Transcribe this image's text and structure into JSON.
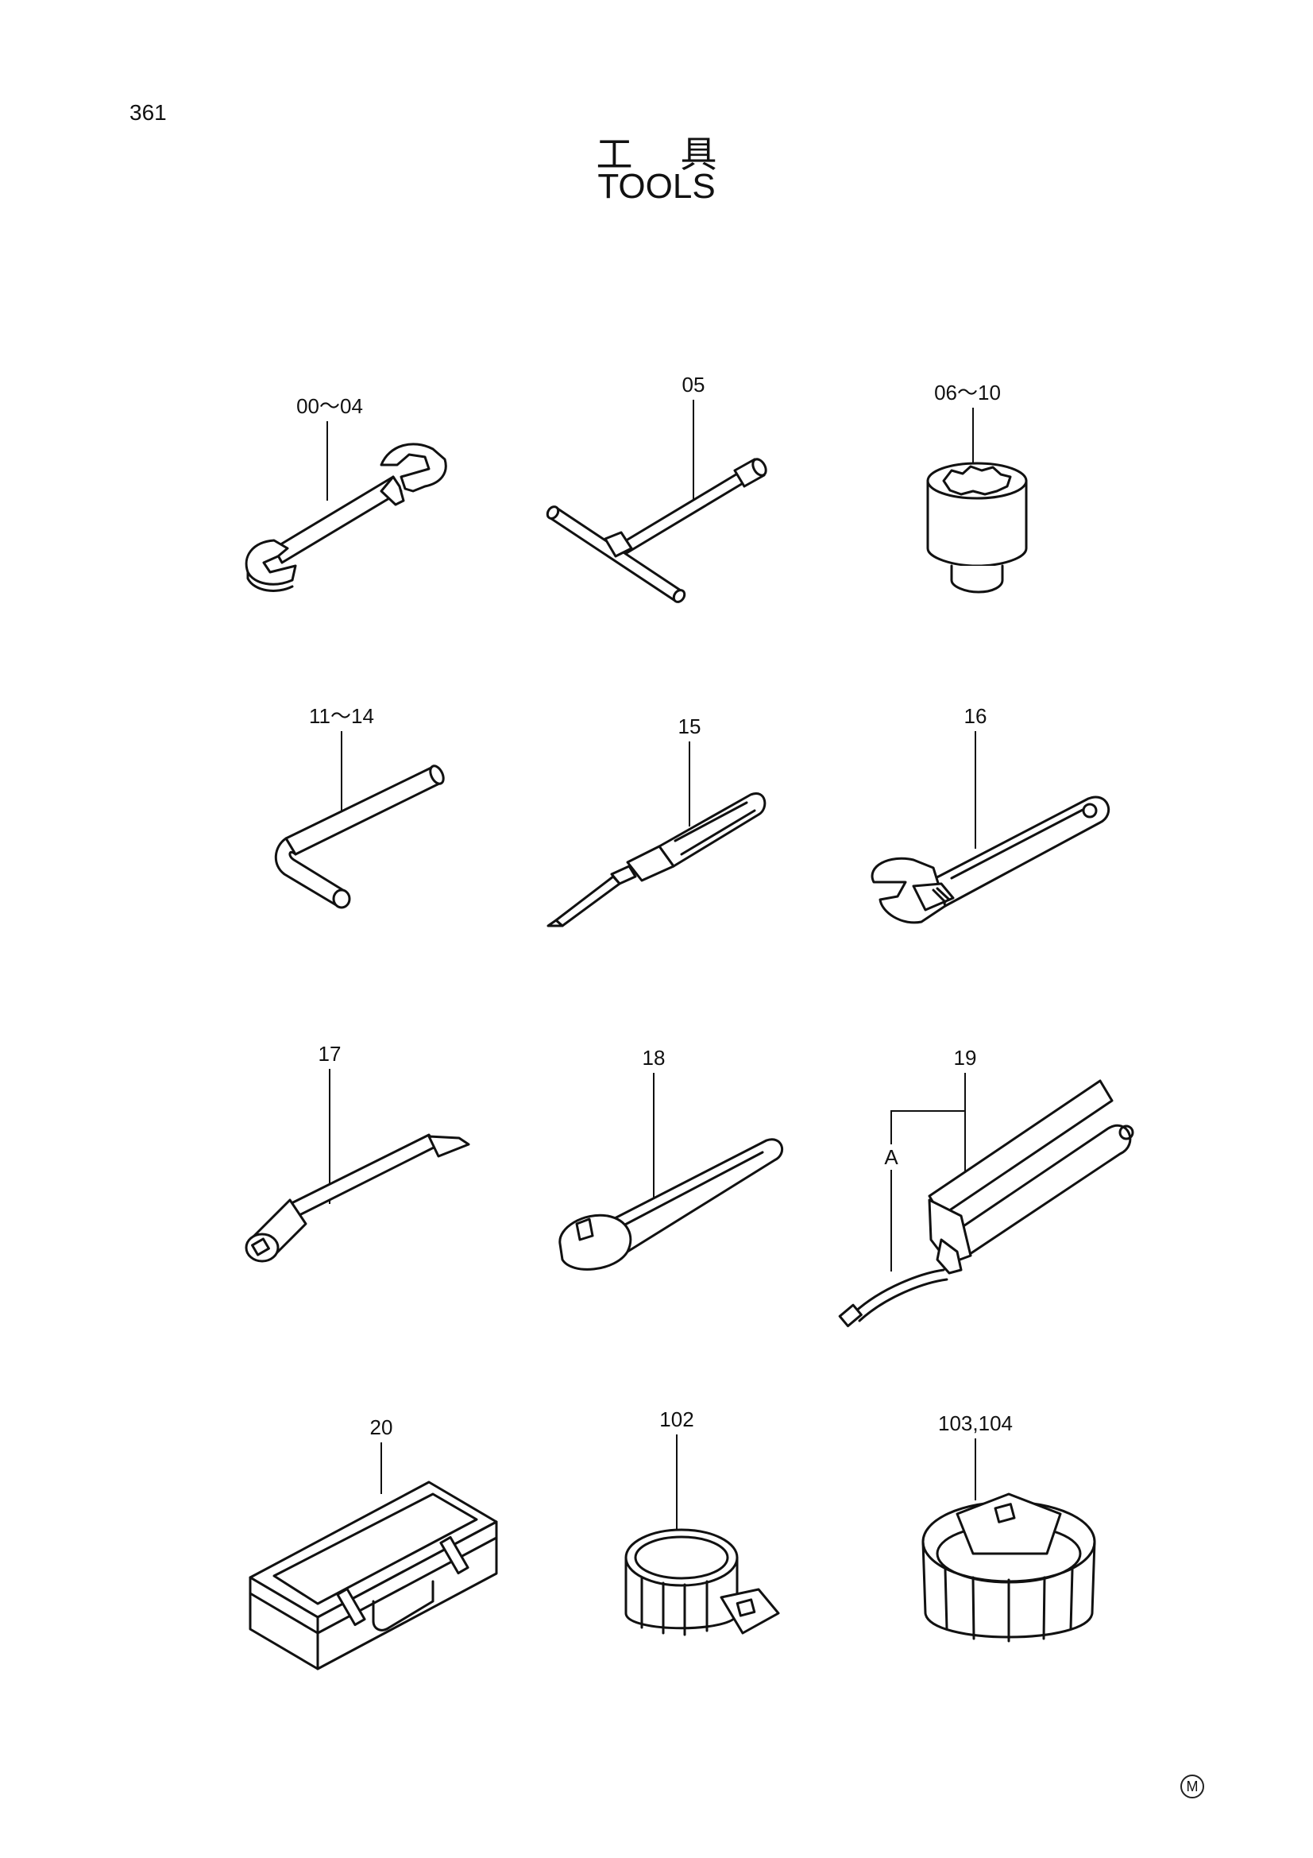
{
  "page_number": "361",
  "title_jp": "工具",
  "title_en": "TOOLS",
  "mark": "M",
  "parts": [
    {
      "label": "00～04",
      "icon": "open-end-wrench-icon"
    },
    {
      "label": "05",
      "icon": "t-handle-socket-wrench-icon"
    },
    {
      "label": "06～10",
      "icon": "socket-icon"
    },
    {
      "label": "11～14",
      "icon": "hex-key-icon"
    },
    {
      "label": "15",
      "icon": "screwdriver-icon"
    },
    {
      "label": "16",
      "icon": "adjustable-wrench-icon"
    },
    {
      "label": "17",
      "icon": "extension-bar-icon"
    },
    {
      "label": "18",
      "icon": "ratchet-handle-icon"
    },
    {
      "label": "19",
      "icon": "grease-gun-icon"
    },
    {
      "label": "20",
      "icon": "tool-case-icon"
    },
    {
      "label": "102",
      "icon": "filter-wrench-strap-icon"
    },
    {
      "label": "103,104",
      "icon": "filter-wrench-cap-icon"
    }
  ],
  "callout_a": "A"
}
